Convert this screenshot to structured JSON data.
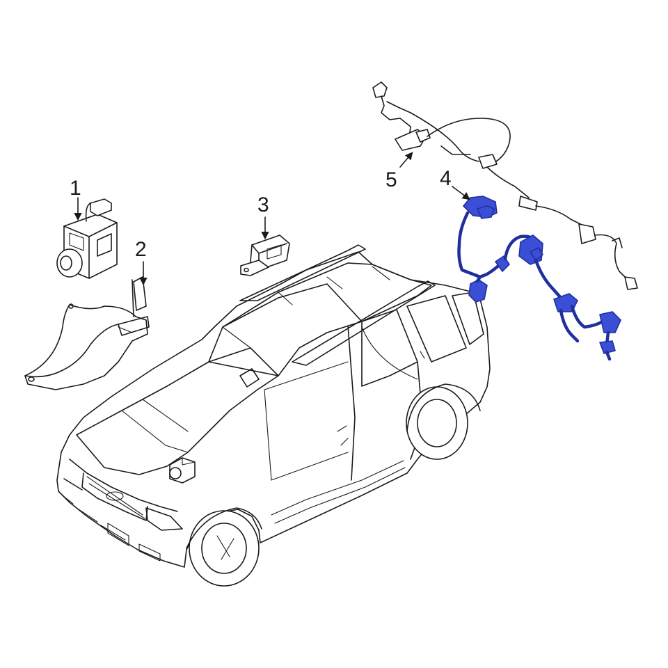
{
  "callouts": [
    {
      "number": "1",
      "part": "abs-actuator-unit"
    },
    {
      "number": "2",
      "part": "actuator-bracket"
    },
    {
      "number": "3",
      "part": "sensor-module"
    },
    {
      "number": "4",
      "part": "sensor-wire-harness"
    },
    {
      "number": "5",
      "part": "front-sensor-harness"
    }
  ],
  "colors": {
    "line": "#1a1a1a",
    "highlight_stroke": "#1f2f9e",
    "highlight_fill": "#3b4fd6",
    "background": "#ffffff"
  }
}
